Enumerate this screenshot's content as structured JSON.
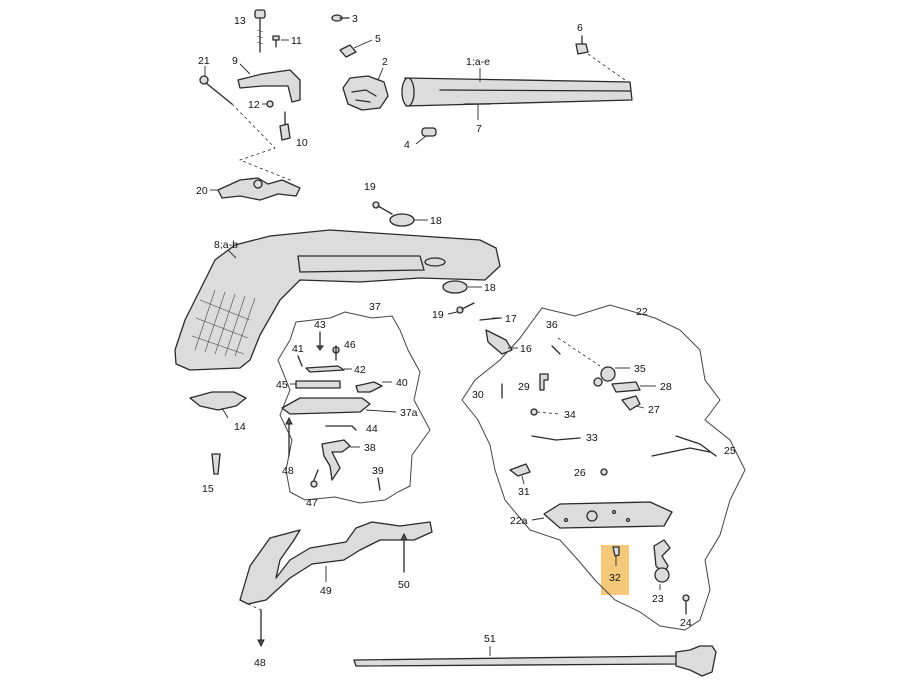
{
  "highlight": {
    "label": "32",
    "color": "#f5c97a"
  },
  "colors": {
    "line": "#2a2a2a",
    "background": "#ffffff",
    "highlight": "#f5c97a"
  },
  "labels": {
    "p13": "13",
    "p11": "11",
    "p3": "3",
    "p5": "5",
    "p6": "6",
    "p2": "2",
    "p1": "1;a-e",
    "p21": "21",
    "p9": "9",
    "p12": "12",
    "p10": "10",
    "p4": "4",
    "p7": "7",
    "p20": "20",
    "p19a": "19",
    "p18a": "18",
    "p8": "8;a-b",
    "p18b": "18",
    "p19b": "19",
    "p17": "17",
    "p16": "16",
    "p37": "37",
    "p43": "43",
    "p41": "41",
    "p46": "46",
    "p42": "42",
    "p45": "45",
    "p40": "40",
    "p37a": "37a",
    "p44": "44",
    "p38": "38",
    "p48a": "48",
    "p39": "39",
    "p47": "47",
    "p14": "14",
    "p15": "15",
    "p22": "22",
    "p36": "36",
    "p35": "35",
    "p30": "30",
    "p29": "29",
    "p28": "28",
    "p27": "27",
    "p34": "34",
    "p33": "33",
    "p25": "25",
    "p26": "26",
    "p31": "31",
    "p22a": "22a",
    "p32": "32",
    "p23": "23",
    "p24": "24",
    "p49": "49",
    "p50": "50",
    "p48b": "48",
    "p51": "51"
  }
}
